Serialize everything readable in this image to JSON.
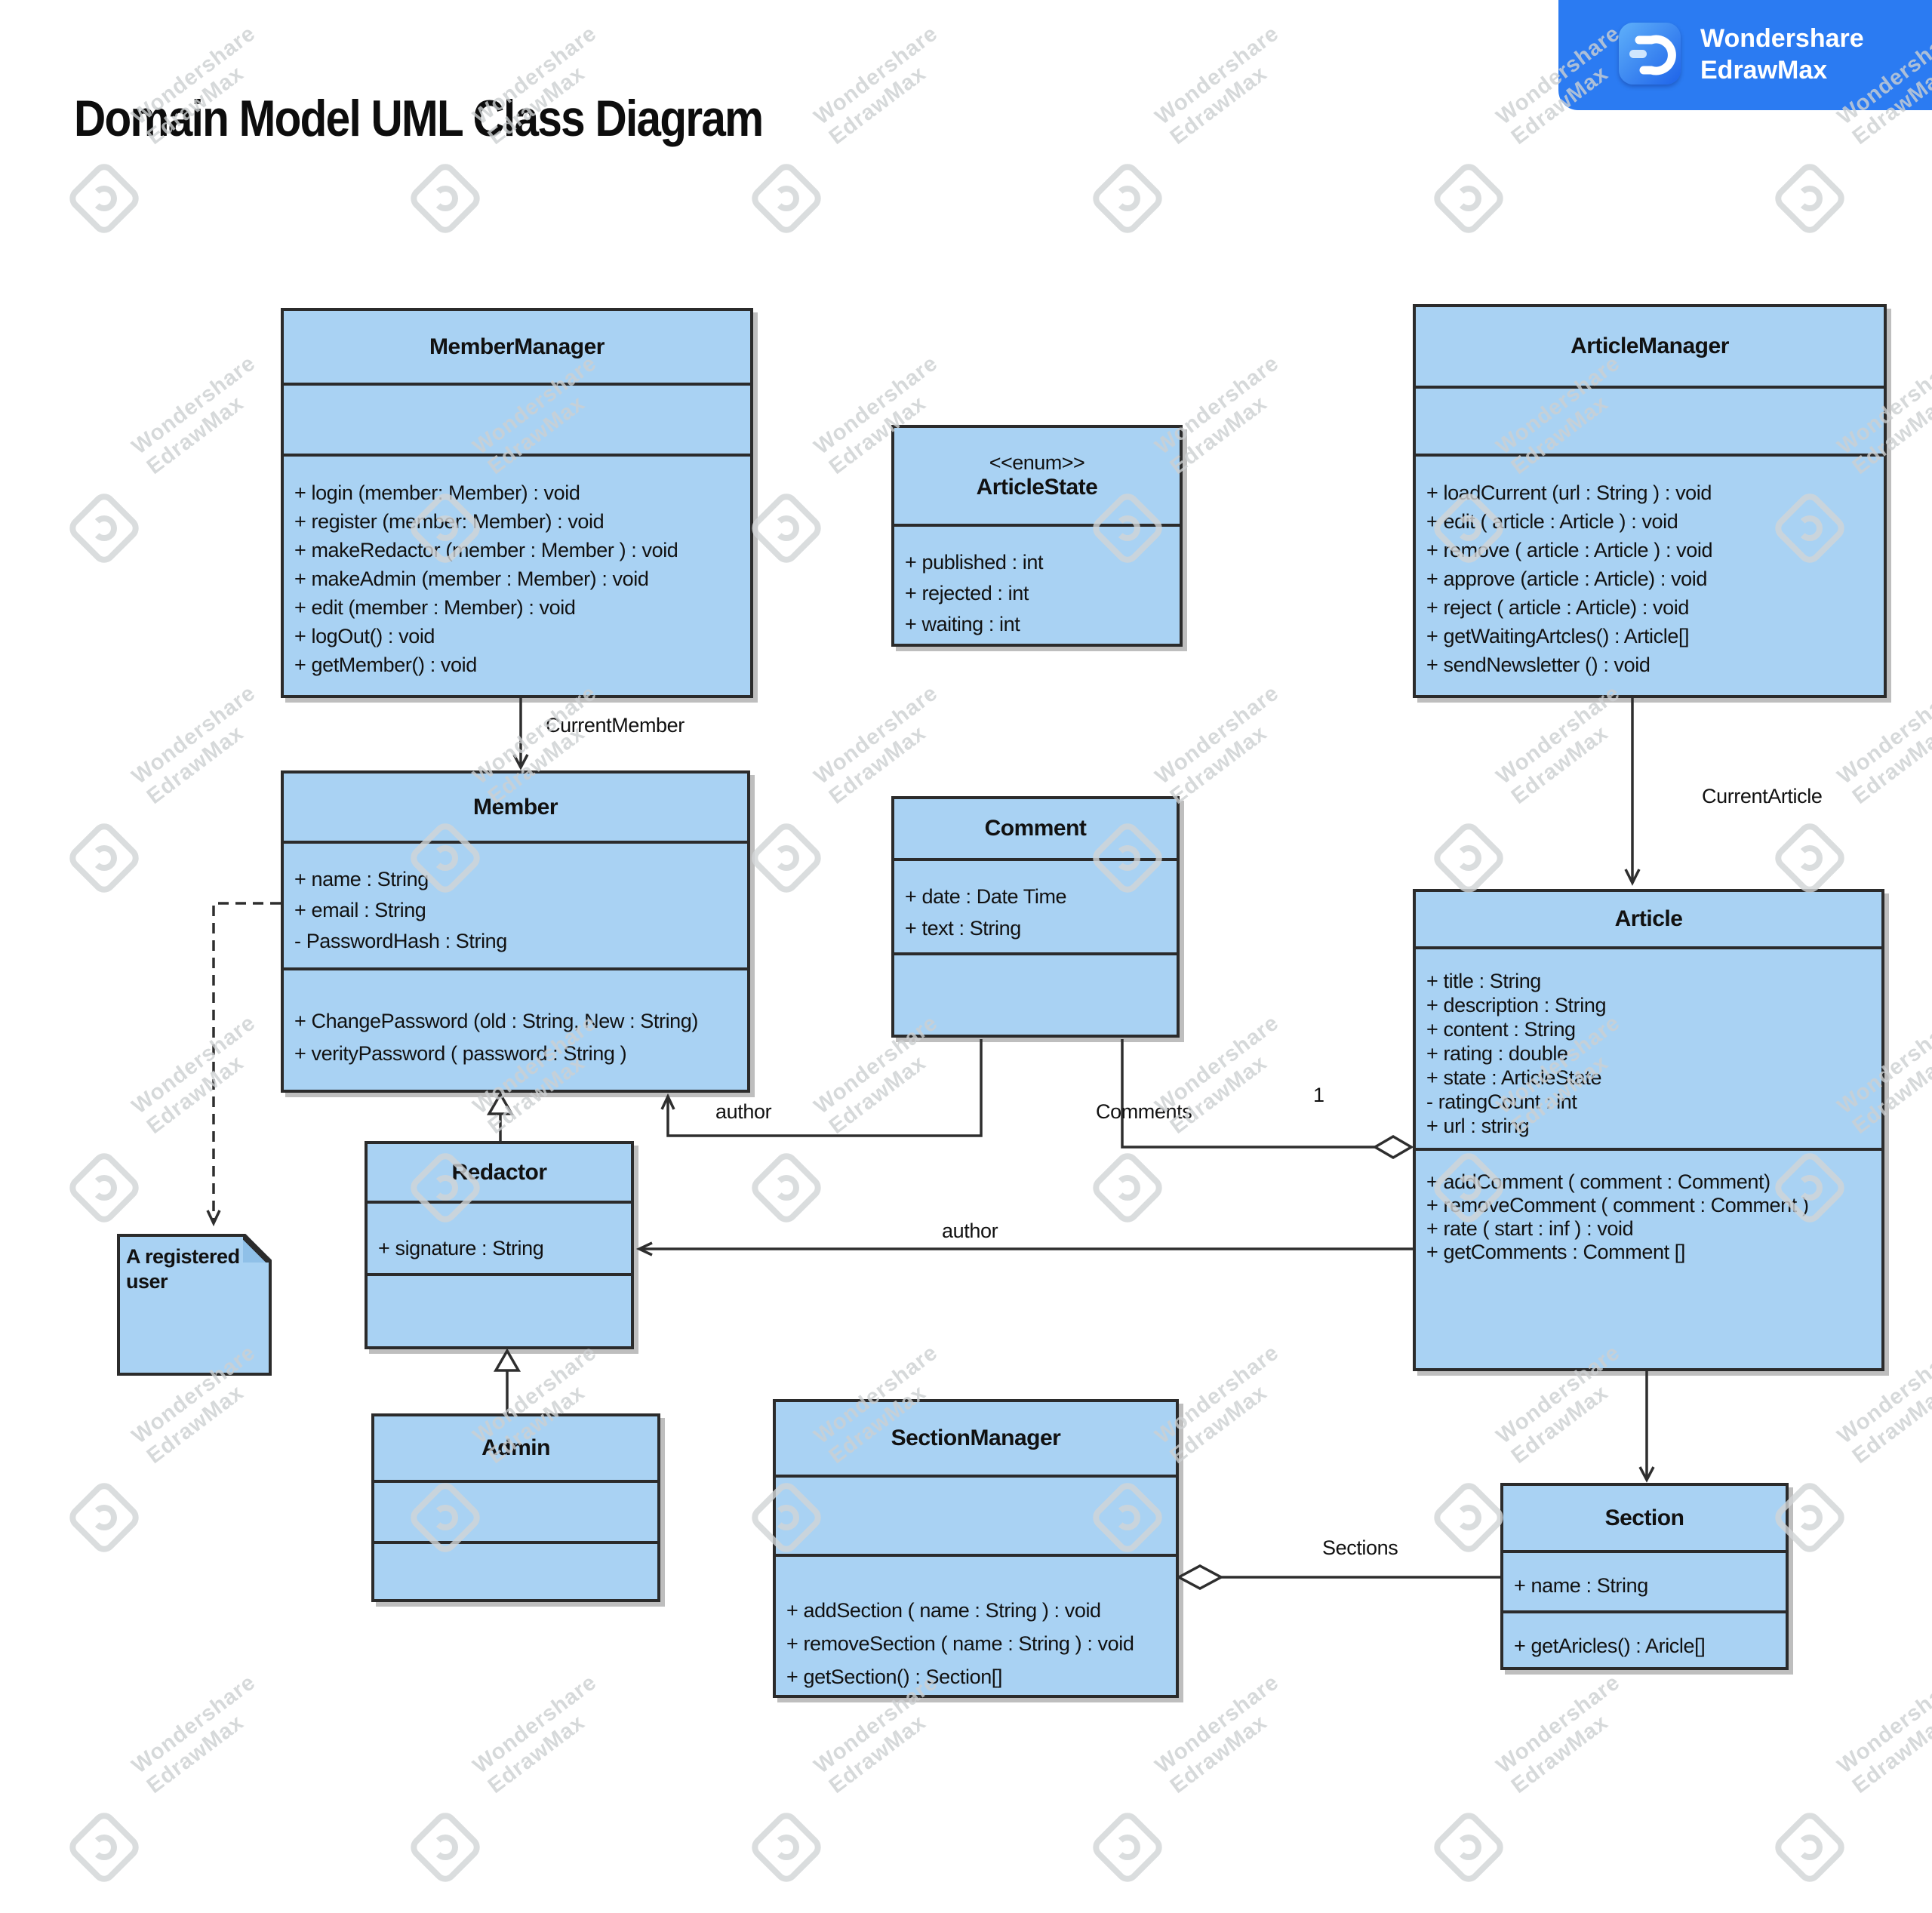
{
  "page": {
    "title": "Domain Model UML Class Diagram"
  },
  "logo": {
    "brand_line1": "Wondershare",
    "brand_line2": "EdrawMax"
  },
  "watermark": {
    "line1": "Wondershare",
    "line2": "EdrawMax"
  },
  "note": {
    "text": "A registered user"
  },
  "classes": {
    "member_manager": {
      "title": "MemberManager",
      "attributes": [],
      "methods": [
        "+  login (member: Member) : void",
        "+  register (member:  Member) : void",
        "+ makeRedactor (member : Member ) : void",
        "+ makeAdmin (member : Member) : void",
        "+ edit (member : Member) : void",
        "+ logOut() : void",
        "+ getMember() : void"
      ]
    },
    "article_state": {
      "stereotype": "<<enum>>",
      "title": "ArticleState",
      "attributes": [
        "+  published : int",
        "+  rejected : int",
        "+ waiting : int"
      ],
      "methods": []
    },
    "article_manager": {
      "title": "ArticleManager",
      "attributes": [],
      "methods": [
        "+ loadCurrent (url : String ) : void",
        "+ edit ( article : Article ) : void",
        "+ remove ( article : Article ) : void",
        "+ approve (article : Article) : void",
        "+ reject ( article : Article) : void",
        "+ getWaitingArtcles() : Article[]",
        "+ sendNewsletter () : void"
      ]
    },
    "member": {
      "title": "Member",
      "attributes": [
        "+ name : String",
        "+  email : String",
        "-  PasswordHash : String"
      ],
      "methods": [
        "+  ChangePassword (old : String, New : String)",
        "+  verityPassword ( password : String )"
      ]
    },
    "comment": {
      "title": "Comment",
      "attributes": [
        "+   date : Date Time",
        "+   text : String"
      ],
      "methods": []
    },
    "article": {
      "title": "Article",
      "attributes": [
        "+  title : String",
        "+  description : String",
        "+  content : String",
        "+  rating : double",
        "+  state : ArticleState",
        "-   ratingCount : int",
        "+  url : string"
      ],
      "methods": [
        "+ addComment ( comment : Comment)",
        "+ removeComment ( comment : Comment )",
        "+ rate ( start : inf ) : void",
        "+ getComments : Comment []"
      ]
    },
    "redactor": {
      "title": "Redactor",
      "attributes": [
        "+  signature : String"
      ],
      "methods": []
    },
    "admin": {
      "title": "Admin",
      "attributes": [],
      "methods": []
    },
    "section_manager": {
      "title": "SectionManager",
      "attributes": [],
      "methods": [
        "+ addSection ( name : String ) : void",
        "+ removeSection ( name : String ) : void",
        "+ getSection() : Section[]"
      ]
    },
    "section": {
      "title": "Section",
      "attributes": [
        "+ name : String"
      ],
      "methods": [
        "+ getAricles() : Aricle[]"
      ]
    }
  },
  "edges": {
    "current_member": "CurrentMember",
    "current_article": "CurrentArticle",
    "comment_author": "author",
    "article_author": "author",
    "comments": "Comments",
    "comments_multiplicity": "1",
    "sections": "Sections"
  },
  "colors": {
    "class_fill": "#a9d2f3",
    "stroke": "#2b2b2b",
    "logo_blue": "#2b7bf2"
  }
}
